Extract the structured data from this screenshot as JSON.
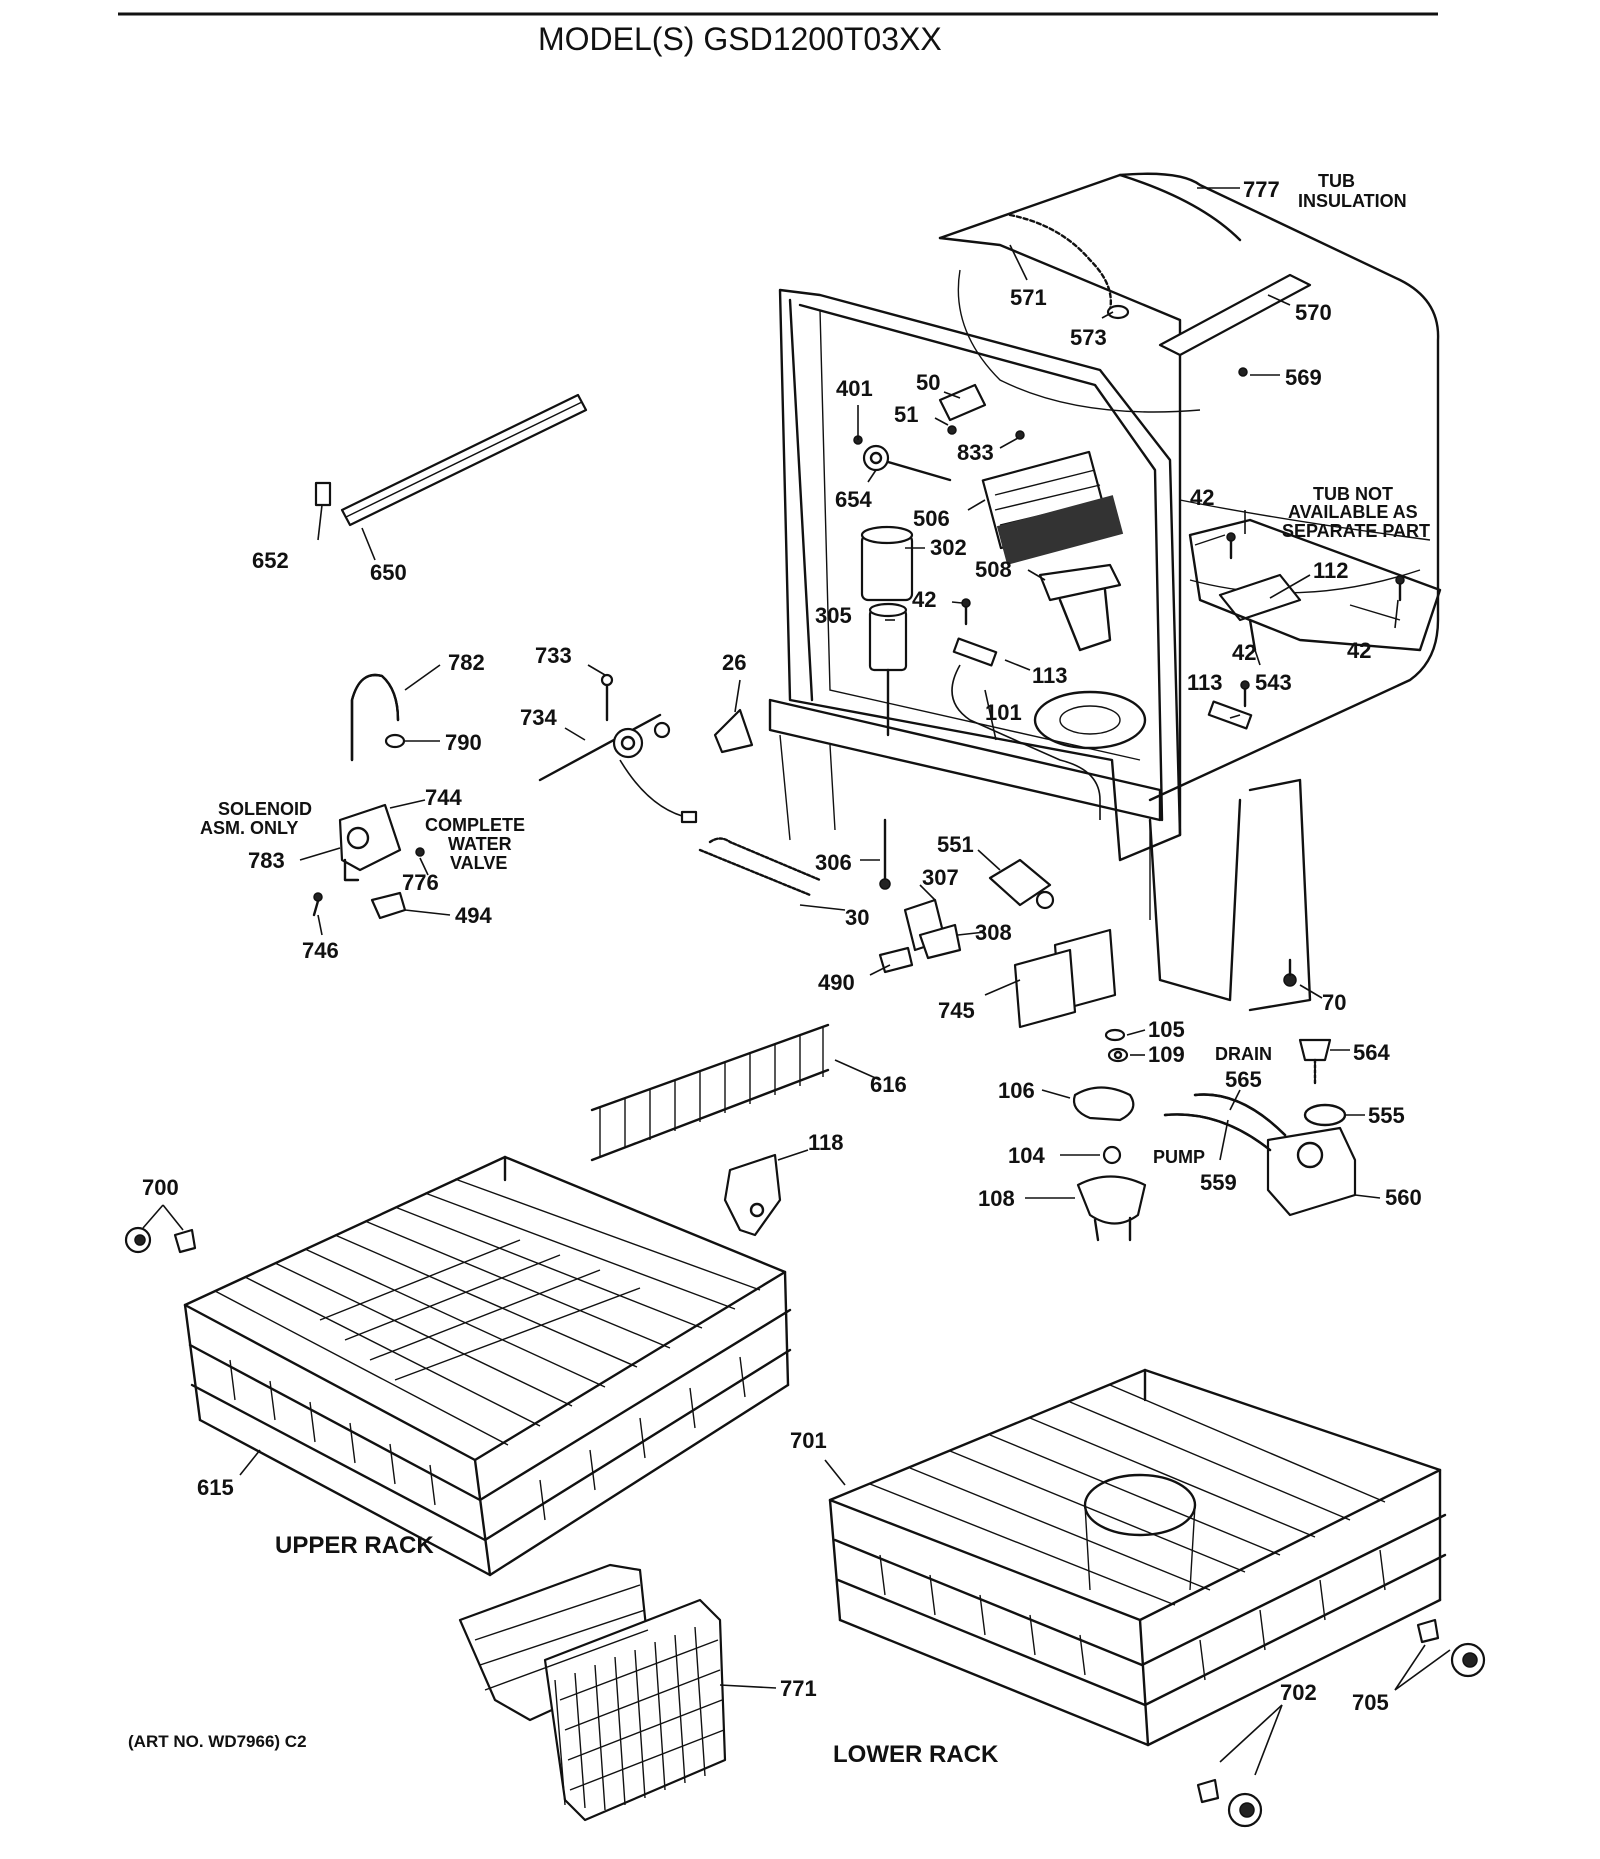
{
  "header": {
    "title": "MODEL(S) GSD1200T03XX"
  },
  "captions": {
    "upper_rack": "UPPER RACK",
    "lower_rack": "LOWER RACK",
    "art_no": "(ART NO. WD7966) C2"
  },
  "notes": {
    "tub_insulation_1": "TUB",
    "tub_insulation_2": "INSULATION",
    "tub_not_1": "TUB NOT",
    "tub_not_2": "AVAILABLE AS",
    "tub_not_3": "SEPARATE PART",
    "solenoid_1": "SOLENOID",
    "solenoid_2": "ASM. ONLY",
    "valve_1": "COMPLETE",
    "valve_2": "WATER",
    "valve_3": "VALVE",
    "drain": "DRAIN",
    "pump": "PUMP"
  },
  "part_numbers": {
    "p777": "777",
    "p571": "571",
    "p573": "573",
    "p570": "570",
    "p569": "569",
    "p401": "401",
    "p50": "50",
    "p51": "51",
    "p833": "833",
    "p654": "654",
    "p506": "506",
    "p302": "302",
    "p508": "508",
    "p42a": "42",
    "p42b": "42",
    "p42c": "42",
    "p42d": "42",
    "p112": "112",
    "p305": "305",
    "p113a": "113",
    "p113b": "113",
    "p543": "543",
    "p26": "26",
    "p101": "101",
    "p652": "652",
    "p650": "650",
    "p782": "782",
    "p790": "790",
    "p733": "733",
    "p734": "734",
    "p744": "744",
    "p783": "783",
    "p776": "776",
    "p494": "494",
    "p746": "746",
    "p306": "306",
    "p551": "551",
    "p307": "307",
    "p30": "30",
    "p308": "308",
    "p490": "490",
    "p745": "745",
    "p70": "70",
    "p105": "105",
    "p109": "109",
    "p564": "564",
    "p565": "565",
    "p555": "555",
    "p559": "559",
    "p560": "560",
    "p106": "106",
    "p104": "104",
    "p108": "108",
    "p616": "616",
    "p118": "118",
    "p700": "700",
    "p615": "615",
    "p701": "701",
    "p771": "771",
    "p702": "702",
    "p705": "705"
  }
}
